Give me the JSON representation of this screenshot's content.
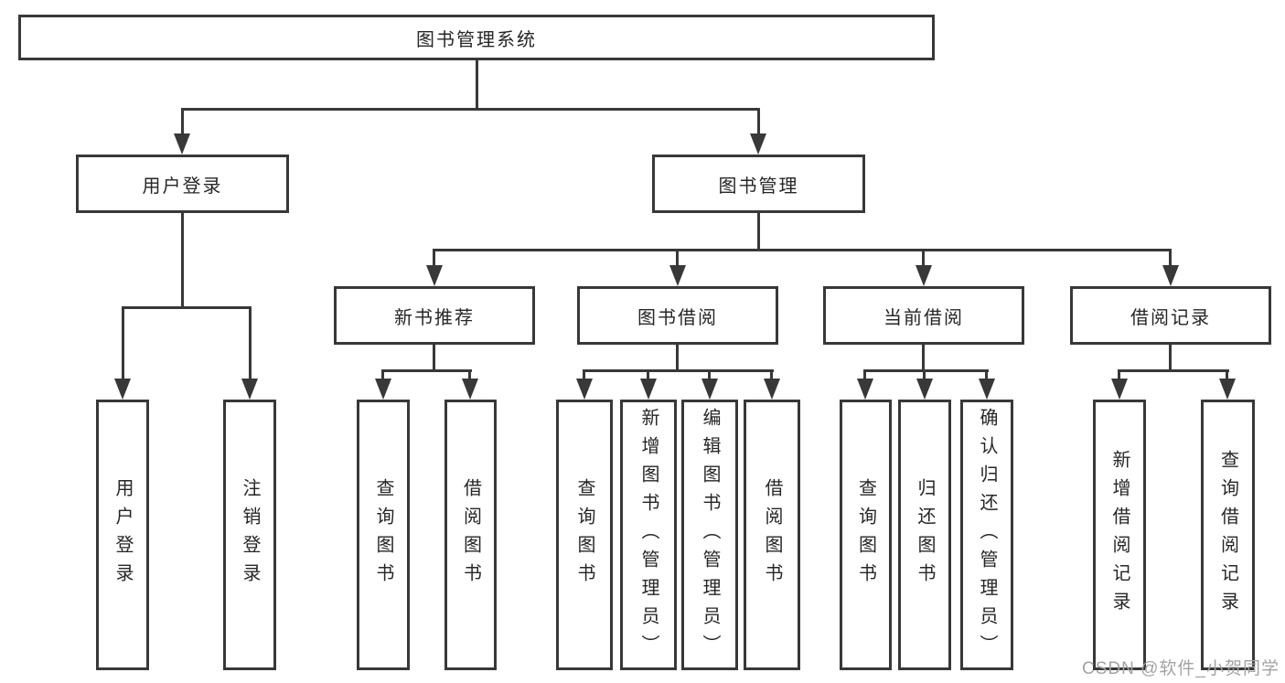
{
  "diagram": {
    "root": {
      "label": "图书管理系统"
    },
    "branches": [
      {
        "label": "用户登录",
        "children": [
          "用户登录",
          "注销登录"
        ]
      },
      {
        "label": "图书管理",
        "children_groups": [
          {
            "label": "新书推荐",
            "children": [
              "查询图书",
              "借阅图书"
            ]
          },
          {
            "label": "图书借阅",
            "children": [
              "查询图书",
              "新增图书（管理员）",
              "编辑图书（管理员）",
              "借阅图书"
            ]
          },
          {
            "label": "当前借阅",
            "children": [
              "查询图书",
              "归还图书",
              "确认归还（管理员）"
            ]
          },
          {
            "label": "借阅记录",
            "children": [
              "新增借阅记录",
              "查询借阅记录"
            ]
          }
        ]
      }
    ]
  },
  "watermark": "CSDN @软件_小贺同学",
  "colors": {
    "line": "#383838",
    "text": "#262626",
    "watermark": "#a3a3a3",
    "background": "#ffffff"
  }
}
